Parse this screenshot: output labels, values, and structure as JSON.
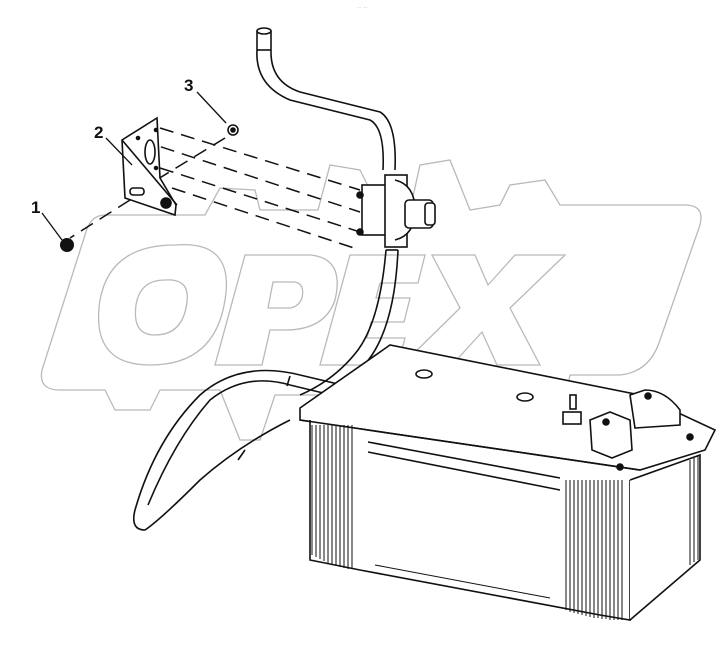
{
  "figure": {
    "id_label": "... ...",
    "watermark": "OPEX",
    "watermark_color": "#b8b8b8",
    "line_color": "#111111",
    "background": "#ffffff"
  },
  "callouts": [
    {
      "number": "1",
      "part": "cap"
    },
    {
      "number": "2",
      "part": "mounting-bracket"
    },
    {
      "number": "3",
      "part": "bolt"
    }
  ],
  "components": [
    "battery",
    "battery-disconnect-switch",
    "cable-harness",
    "mounting-bracket",
    "bolt",
    "cap"
  ]
}
